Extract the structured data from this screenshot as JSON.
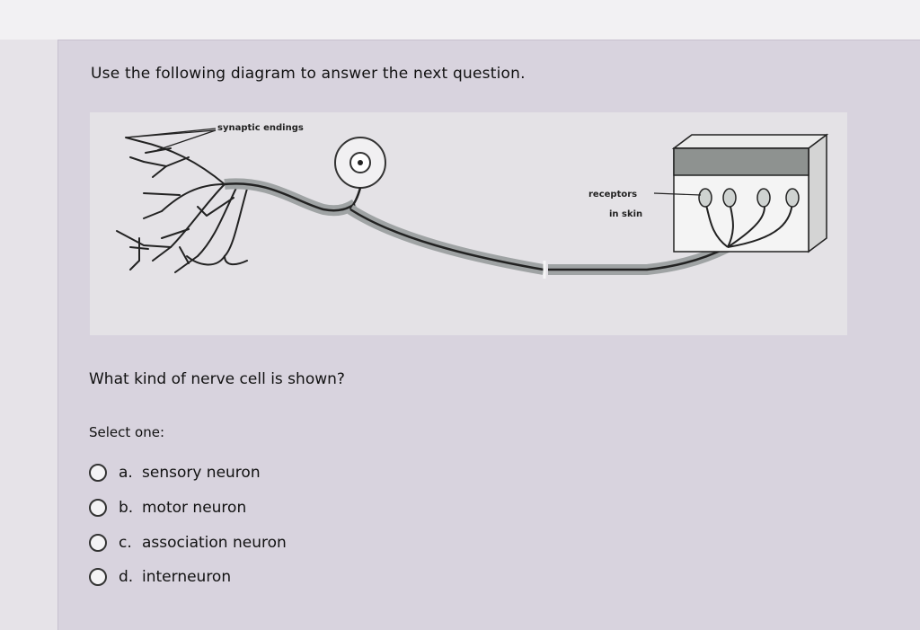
{
  "instruction": "Use the following diagram to answer the next question.",
  "diagram": {
    "label_synaptic": "synaptic endings",
    "label_receptors_line1": "receptors",
    "label_receptors_line2": "in skin"
  },
  "question": "What kind of nerve cell is shown?",
  "select_label": "Select one:",
  "options": [
    {
      "letter": "a.",
      "text": "sensory neuron"
    },
    {
      "letter": "b.",
      "text": "motor neuron"
    },
    {
      "letter": "c.",
      "text": "association neuron"
    },
    {
      "letter": "d.",
      "text": "interneuron"
    }
  ],
  "colors": {
    "background": "#e6e3e8",
    "card": "#d8d3de",
    "diagram_bg": "#e4e2e6",
    "text": "#111111"
  }
}
